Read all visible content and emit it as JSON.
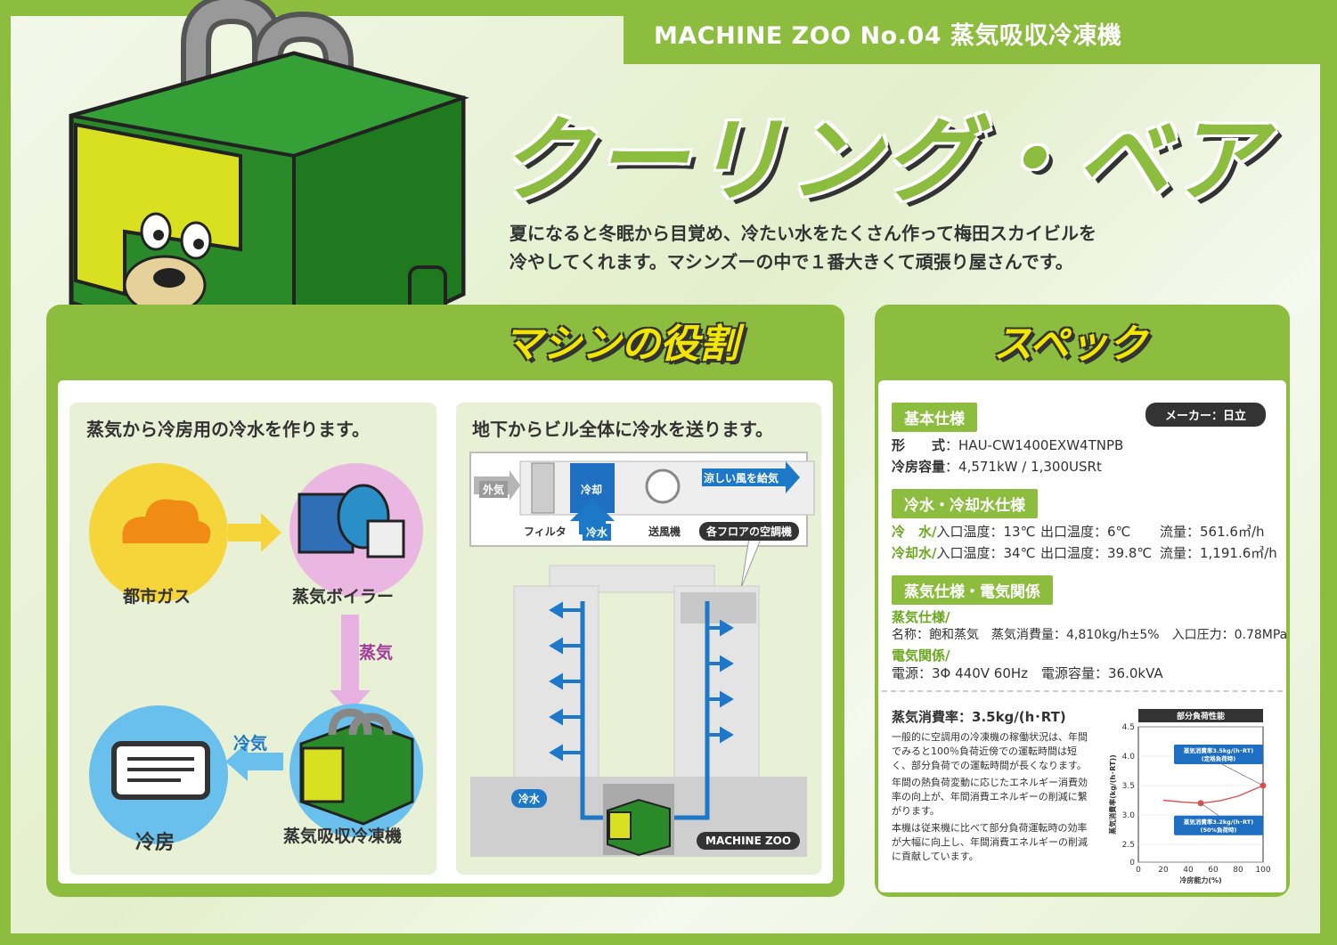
{
  "header": {
    "title": "MACHINE ZOO No.04 蒸気吸収冷凍機",
    "main_title": "クーリング・ベア",
    "intro_line1": "夏になると冬眠から目覚め、冷たい水をたくさん作って梅田スカイビルを",
    "intro_line2": "冷やしてくれます。マシンズーの中で１番大きくて頑張り屋さんです。"
  },
  "role": {
    "title": "マシンの役割",
    "left": {
      "title": "蒸気から冷房用の冷水を作ります。",
      "city_gas": "都市ガス",
      "boiler": "蒸気ボイラー",
      "steam": "蒸気",
      "cold_water": "冷気",
      "cooling": "冷房",
      "chiller": "蒸気吸収冷凍機"
    },
    "right": {
      "title": "地下からビル全体に冷水を送ります。",
      "outside_air": "外気",
      "cooling_label": "冷却",
      "cool_air": "涼しい風を給気",
      "filter": "フィルタ",
      "cold_water": "冷水",
      "fan": "送風機",
      "floor_ac": "各フロアの空調機",
      "cold_water_pipe": "冷水",
      "machine_zoo": "MACHINE ZOO"
    }
  },
  "spec": {
    "title": "スペック",
    "basic": {
      "head": "基本仕様",
      "maker": "メーカー：日立",
      "model_label": "形　　式",
      "model": "HAU-CW1400EXW4TNPB",
      "capacity_label": "冷房容量",
      "capacity": "4,571kW / 1,300USRt"
    },
    "water": {
      "head": "冷水・冷却水仕様",
      "row1_name": "冷　水/",
      "row1_in": "入口温度：13℃",
      "row1_out": "出口温度：6℃",
      "row1_flow": "流量：561.6㎥/h",
      "row2_name": "冷却水/",
      "row2_in": "入口温度：34℃",
      "row2_out": "出口温度：39.8℃",
      "row2_flow": "流量：1,191.6㎥/h"
    },
    "steam": {
      "head": "蒸気仕様・電気関係",
      "steam_head": "蒸気仕様/",
      "steam_line": "名称：飽和蒸気　蒸気消費量：4,810kg/h±5%　入口圧力：0.78MPa",
      "elec_head": "電気関係/",
      "elec_line": "電源：3Φ 440V 60Hz　電源容量：36.0kVA"
    },
    "rate": {
      "title": "蒸気消費率：3.5kg/(h･RT)",
      "p1": "一般的に空調用の冷凍機の稼働状況は、年間でみると100％負荷近傍での運転時間は短く、部分負荷での運転時間が長くなります。",
      "p2": "年間の熱負荷変動に応じたエネルギー消費効率の向上が、年間消費エネルギーの削減に繋がります。",
      "p3": "本機は従来機に比べて部分負荷運転時の効率が大幅に向上し、年間消費エネルギーの削減に貢献しています。"
    }
  },
  "chart_data": {
    "type": "line",
    "title": "部分負荷性能",
    "xlabel": "冷房能力(%)",
    "ylabel": "蒸気消費率(kg/(h･RT))",
    "xlim": [
      0,
      100
    ],
    "ylim": [
      0,
      4.5
    ],
    "xticks": [
      "0",
      "20",
      "40",
      "60",
      "80",
      "100"
    ],
    "yticks": [
      "0",
      "2.5",
      "3.0",
      "3.5",
      "4.0",
      "4.5"
    ],
    "series": [
      {
        "x": [
          20,
          35,
          50,
          65,
          80,
          100
        ],
        "y": [
          3.25,
          3.22,
          3.2,
          3.24,
          3.32,
          3.5
        ]
      }
    ],
    "annotations": [
      {
        "text": "蒸気消費率3.5kg/(h･RT)\n(定格負荷時)",
        "x": 100,
        "y": 3.5
      },
      {
        "text": "蒸気消費率3.2kg/(h･RT)\n(50%負荷時)",
        "x": 50,
        "y": 3.2
      }
    ],
    "colors": {
      "line": "#d9534f",
      "label_bg": "#1e6fc2"
    }
  }
}
